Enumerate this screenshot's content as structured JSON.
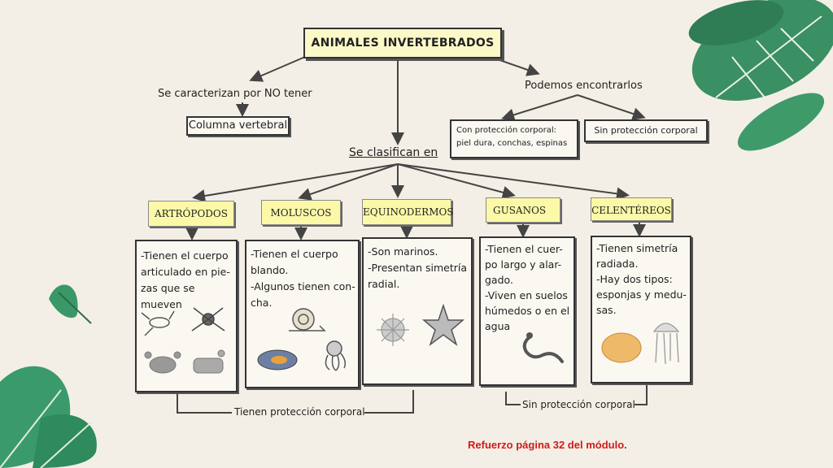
{
  "title": "ANIMALES INVERTEBRADOS",
  "left_branch": {
    "label": "Se  caracterizan por NO tener",
    "box": "Columna vertebral"
  },
  "right_branch": {
    "label": "Podemos encontrarlos",
    "box_protected": "Con protección corporal:\npiel dura, conchas, espinas",
    "box_unprotected": "Sin protección corporal"
  },
  "center_label": "Se clasifican en",
  "groups": [
    {
      "name": "ARTRÓPODOS",
      "text": "-Tienen el cuerpo\narticulado en pie-\nzas que se mueven",
      "icons": [
        "insect-icon",
        "spider-icon",
        "crab-icon",
        "scorpion-icon"
      ]
    },
    {
      "name": "MOLUSCOS",
      "text": "-Tienen el cuerpo\nblando.\n-Algunos tienen con-\ncha.",
      "icons": [
        "snail-icon",
        "mussel-icon",
        "octopus-icon"
      ]
    },
    {
      "name": "EQUINODERMOS",
      "text": "-Son marinos.\n-Presentan simetría\nradial.",
      "icons": [
        "sea-urchin-icon",
        "starfish-icon"
      ]
    },
    {
      "name": "GUSANOS",
      "text": "-Tienen el cuer-\npo largo y alar-\ngado.\n-Viven en suelos\nhúmedos o en el\nagua",
      "icons": [
        "worm-icon"
      ]
    },
    {
      "name": "CELENTÉREOS",
      "text": "-Tienen simetría\nradiada.\n-Hay dos tipos:\nesponjas y medu-\nsas.",
      "icons": [
        "sponge-icon",
        "jellyfish-icon"
      ]
    }
  ],
  "bracket_protected": "Tienen protección corporal",
  "bracket_unprotected": "Sin protección corporal",
  "note": "Refuerzo página 32 del módulo.",
  "colors": {
    "background": "#f4efe6",
    "yellow": "#fbf9a8",
    "leaf": "#2f8a5c",
    "note": "#d11a1a"
  }
}
